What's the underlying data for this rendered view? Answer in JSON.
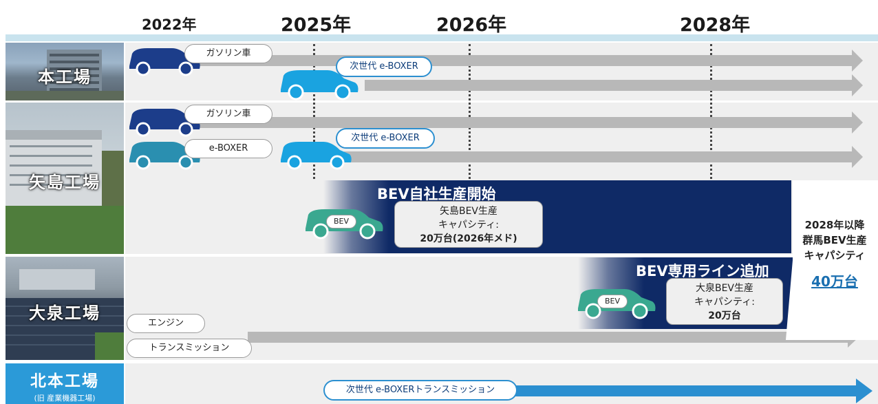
{
  "years": [
    "2022年",
    "2025年",
    "2026年",
    "2028年"
  ],
  "factories": {
    "honkojo": "本工場",
    "yajima": "矢島工場",
    "oizumi": "大泉工場",
    "kitamoto": "北本工場",
    "kitamoto_sub": "(旧 産業機器工場)"
  },
  "labels": {
    "gasoline": "ガソリン車",
    "next_eboxer": "次世代 e-BOXER",
    "eboxer": "e-BOXER",
    "engine": "エンジン",
    "transmission": "トランスミッション",
    "next_eboxer_transmission": "次世代 e-BOXERトランスミッション",
    "bev_badge": "BEV"
  },
  "yajima_bev": {
    "title": "BEV自社生産開始",
    "line1": "矢島BEV生産",
    "line2": "キャパシティ:",
    "line3": "20万台(2026年メド)"
  },
  "oizumi_bev": {
    "title": "BEV専用ライン追加",
    "line1": "大泉BEV生産",
    "line2": "キャパシティ:",
    "line3": "20万台"
  },
  "final": {
    "line1": "2028年以降",
    "line2": "群馬BEV生産",
    "line3": "キャパシティ",
    "value": "40万台"
  },
  "colors": {
    "navy": "#0f2a66",
    "dark_blue_car": "#1c3d8a",
    "light_blue_car": "#1aa3e0",
    "teal_car": "#2a8fb0",
    "green_car": "#3aa890",
    "arrow_gray": "#b8b8b8",
    "arrow_blue": "#2b8fd0",
    "row_bg": "#efefef"
  }
}
